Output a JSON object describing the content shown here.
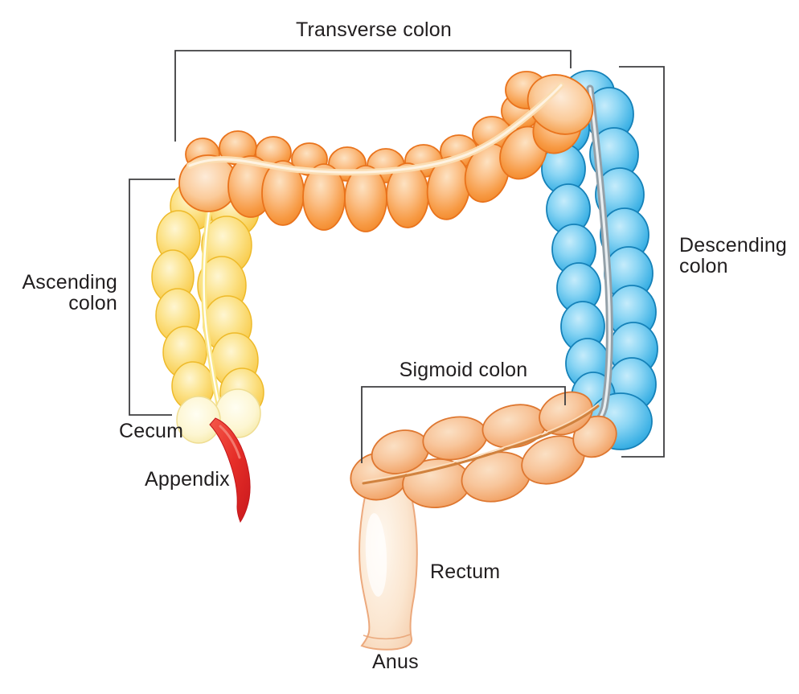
{
  "labels": {
    "transverse_colon": "Transverse colon",
    "ascending_colon": "Ascending\ncolon",
    "descending_colon": "Descending\ncolon",
    "cecum": "Cecum",
    "appendix": "Appendix",
    "sigmoid_colon": "Sigmoid colon",
    "rectum": "Rectum",
    "anus": "Anus"
  },
  "colors": {
    "background": "#FFFFFF",
    "label_text": "#211E1F",
    "leader_line": "#3E3E40",
    "transverse_colon": "#F6921E",
    "ascending_colon": "#F8C83E",
    "descending_colon": "#2FA8DF",
    "sigmoid_colon": "#F4A066",
    "cecum": "#FBF2C2",
    "appendix": "#E02A26",
    "rectum": "#F9E0C8",
    "taenia_gray": "#93A0A8"
  }
}
